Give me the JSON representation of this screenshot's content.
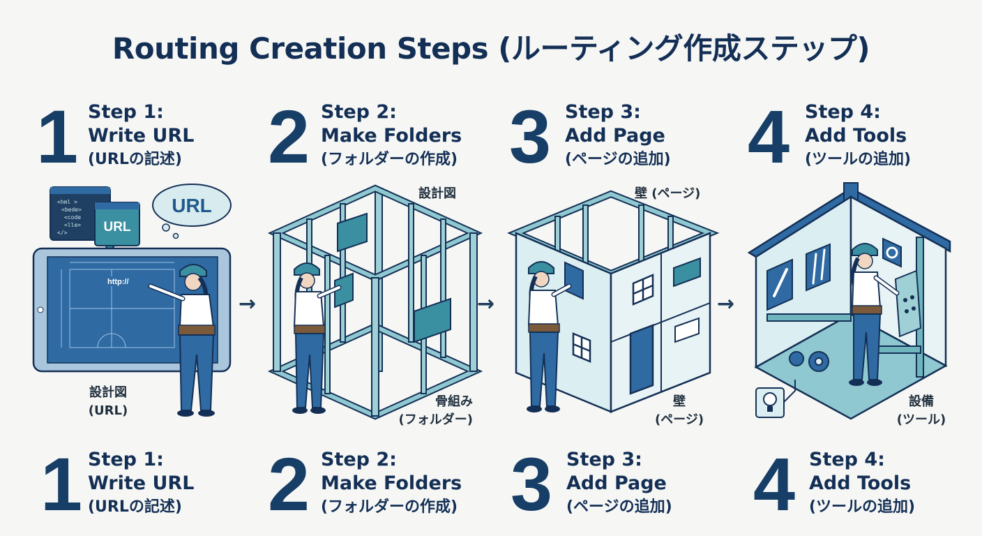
{
  "title": "Routing Creation Steps (ルーティング作成ステップ)",
  "steps": [
    {
      "number": "1",
      "heading": "Step 1:",
      "name": "Write URL",
      "jp": "(URLの記述)"
    },
    {
      "number": "2",
      "heading": "Step 2:",
      "name": "Make Folders",
      "jp": "(フォルダーの作成)"
    },
    {
      "number": "3",
      "heading": "Step 3:",
      "name": "Add Page",
      "jp": "(ページの追加)"
    },
    {
      "number": "4",
      "heading": "Step 4:",
      "name": "Add Tools",
      "jp": "(ツールの追加)"
    }
  ],
  "illustrations": {
    "step1": {
      "code_lines": [
        "<hml >",
        "<bede>",
        "<code",
        "<lle>",
        "</>"
      ],
      "bubble_text": "URL",
      "thought_text": "URL",
      "url_text": "http://",
      "label_line1": "設計図",
      "label_line2": "(URL)"
    },
    "step2": {
      "label_top": "設計図",
      "label_bottom_line1": "骨組み",
      "label_bottom_line2": "(フォルダー)"
    },
    "step3": {
      "label_top": "壁 (ページ)",
      "label_bottom_line1": "壁",
      "label_bottom_line2": "(ページ)"
    },
    "step4": {
      "label_bottom_line1": "設備",
      "label_bottom_line2": "(ツール)"
    }
  },
  "arrow_glyph": "→",
  "colors": {
    "navy": "#142f55",
    "blue": "#2f6aa3",
    "teal": "#4f9fa8",
    "light_teal": "#cde7ea",
    "background": "#f6f7f5"
  }
}
